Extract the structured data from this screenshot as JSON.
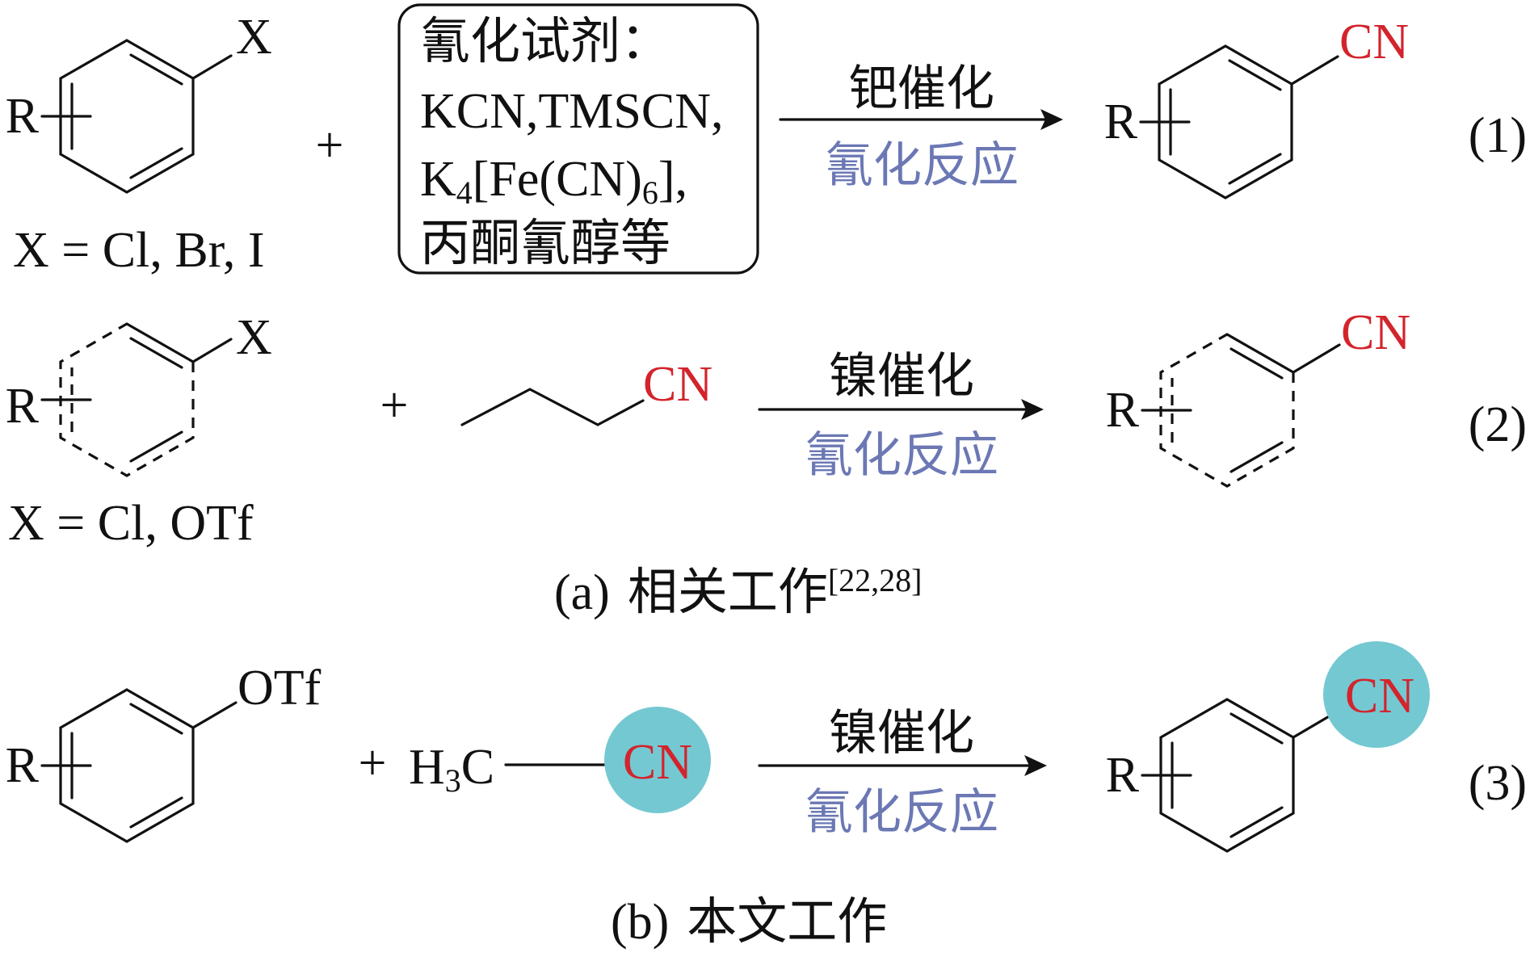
{
  "colors": {
    "ink": "#111111",
    "cyano_red": "#d3242c",
    "condition_blue": "#6b78b4",
    "highlight_teal": "#74c8d2"
  },
  "substituent_r": "R",
  "plus": "+",
  "reaction1": {
    "leaving_group": "X",
    "x_note": "X = Cl, Br, I",
    "reagent_box": [
      "氰化试剂：",
      "KCN,TMSCN,",
      "K",
      "4",
      "[Fe(CN)",
      "6",
      "],",
      "丙酮氰醇等"
    ],
    "catalyst": "钯催化",
    "reaction_type": "氰化反应",
    "product_group": "CN",
    "number": "(1)"
  },
  "reaction2": {
    "leaving_group": "X",
    "x_note": "X = Cl, OTf",
    "cyanide_source": "CN",
    "catalyst": "镍催化",
    "reaction_type": "氰化反应",
    "product_group": "CN",
    "number": "(2)"
  },
  "caption_a": {
    "label": "(a)",
    "text": "相关工作",
    "refs": "[22,28]"
  },
  "reaction3": {
    "leaving_group": "OTf",
    "methyl_h": "H",
    "methyl_sub": "3",
    "methyl_c": "C",
    "cyanide_source": "CN",
    "catalyst": "镍催化",
    "reaction_type": "氰化反应",
    "product_group": "CN",
    "number": "(3)"
  },
  "caption_b": {
    "label": "(b)",
    "text": "本文工作"
  }
}
